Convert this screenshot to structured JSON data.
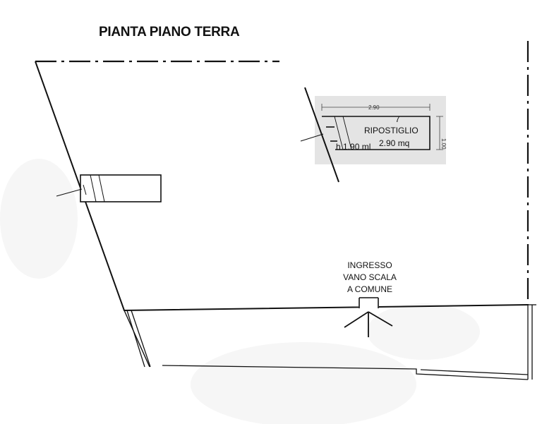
{
  "title": "PIANTA PIANO TERRA",
  "storage_room": {
    "number": "7",
    "name": "RIPOSTIGLIO",
    "height": "h 1.90 ml",
    "area": "2.90 mq",
    "dim_width": "2.90",
    "dim_depth": "1.00"
  },
  "entrance": {
    "line1": "INGRESSO",
    "line2": "VANO SCALA",
    "line3": "A COMUNE"
  },
  "colors": {
    "line": "#111111",
    "highlight": "#e4e4e4",
    "ghost": "#f6f6f6"
  }
}
